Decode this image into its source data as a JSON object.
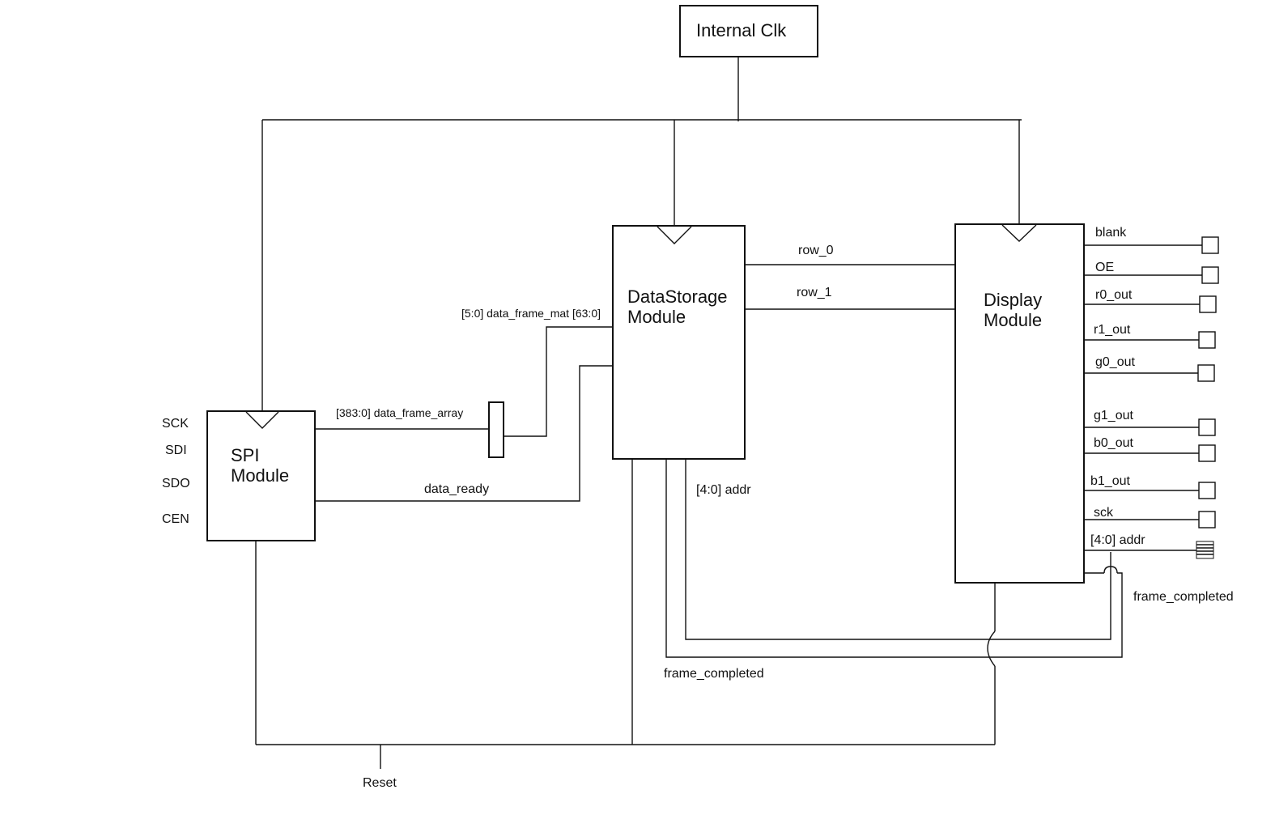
{
  "clock_block": {
    "label": "Internal Clk"
  },
  "spi_module": {
    "label_line1": "SPI",
    "label_line2": "Module",
    "inputs": [
      "SCK",
      "SDI",
      "SDO",
      "CEN"
    ]
  },
  "datastorage_module": {
    "label_line1": "DataStorage",
    "label_line2": "Module"
  },
  "display_module": {
    "label_line1": "Display",
    "label_line2": "Module",
    "outputs": [
      "blank",
      "OE",
      "r0_out",
      "r1_out",
      "g0_out",
      "g1_out",
      "b0_out",
      "b1_out",
      "sck",
      "[4:0] addr"
    ]
  },
  "signals": {
    "data_frame_array": "[383:0] data_frame_array",
    "data_frame_mat": "[5:0] data_frame_mat [63:0]",
    "data_ready": "data_ready",
    "row_0": "row_0",
    "row_1": "row_1",
    "addr": "[4:0] addr",
    "frame_completed_bottom": "frame_completed",
    "frame_completed_right": "frame_completed",
    "reset": "Reset"
  }
}
